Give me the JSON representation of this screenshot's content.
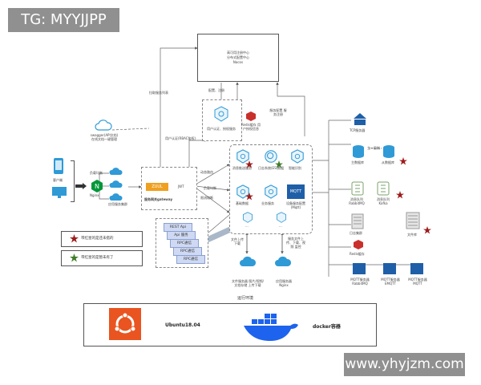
{
  "watermarks": {
    "top_left": "TG: MYYJJPP",
    "bottom_right": "www.yhyjzm.com"
  },
  "registry": {
    "line1": "高可用注册中心",
    "line2": "分布式配置中心",
    "line3": "Nacos"
  },
  "edge_labels": {
    "get_services": "拉取服务列表",
    "config_register": "配置、注册",
    "service_config": "服务配置 服务注册",
    "user_auth": "用户认证(RBAC鉴权)",
    "dynamic_route": "动态路由",
    "load_balance": "负载均衡",
    "rate_limit": "限流熔断",
    "jwt": "JWT",
    "file_upload_left": "文件上传 下载",
    "file_upload_right": "服务文件上传、下载、视频 监控",
    "swagger": "swagger(API文档)在线文档一键管理"
  },
  "client": {
    "clients": "客户端",
    "nginx": "Nginx",
    "lb_label": "负载均衡",
    "app_cluster": "应用服务集群"
  },
  "gateway": {
    "zuul": "ZUUL",
    "name": "服务网关gateway",
    "jwt": "JWT"
  },
  "auth": {
    "service": "用户认证、授权服务",
    "redis": "Redis缓存 用户授权信息"
  },
  "services": {
    "s1": "消息推送服务",
    "s2": "日志系统(ES)数据",
    "s3": "智能识别",
    "s4": "基础数据",
    "s5": "业务服务",
    "s6": "设备服务配置(Mqtt)",
    "s7": "...",
    "s8": "...",
    "mqtt": "MQTT"
  },
  "rpc": {
    "rows": [
      "REST  Api",
      "Api  服务",
      "RPC通信",
      "RPC通信",
      "RPC通信"
    ]
  },
  "storage": {
    "file_server": "文件服务器 图片/视频/文档存储 上传下载",
    "nginx_server": "应用服务器 Nginx"
  },
  "right": {
    "tcp_server": "TCP服务器",
    "master": "主数据库",
    "slave": "从数据库",
    "replication": "主一复制",
    "rabbitmq": "消息队列 RabbitMQ",
    "kafka": "消息队列 Kafka",
    "es_cluster": "日志集群",
    "search_cluster": "文件库",
    "redis_cluster": "Redis缓存",
    "mqtt1": "MQTT服务器 RabbitMQ",
    "mqtt2": "MQTT服务器 EMQTT",
    "mqtt3": "MQTT服务器 MQTT"
  },
  "legend": {
    "red": "带红星的是还未搭的",
    "green": "带红星的是暂未有了"
  },
  "runtime": {
    "title": "运行环境",
    "ubuntu": "Ubuntu18.04",
    "docker": "docker容器"
  },
  "colors": {
    "accent": "#2f9ad6",
    "star_red": "#9c1b1b",
    "star_green": "#3f7d2a",
    "ubuntu": "#e95420",
    "docker": "#1d63ed",
    "gateway_orange": "#f0a020"
  }
}
